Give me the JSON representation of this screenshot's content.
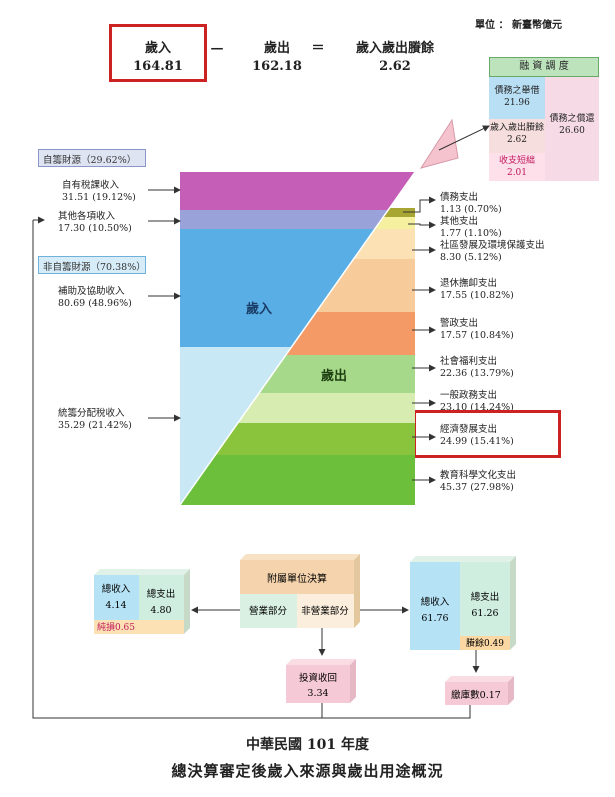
{
  "unit": "單位 ： 新臺幣億元",
  "equation": {
    "revenue_label": "歲入",
    "revenue_value": "164.81",
    "minus": "—",
    "expenditure_label": "歲出",
    "expenditure_value": "162.18",
    "equals": "＝",
    "surplus_label": "歲入歲出賸餘",
    "surplus_value": "2.62"
  },
  "financing": {
    "title": "融 資 調 度",
    "debt_raised_label": "債務之舉借",
    "debt_raised_value": "21.96",
    "surplus_label": "歲入歲出賸餘",
    "surplus_value": "2.62",
    "balance_label": "收支短絀",
    "balance_value": "2.01",
    "debt_repay_label": "債務之償還",
    "debt_repay_value": "26.60"
  },
  "revenue": {
    "label": "歲入",
    "own_header": "自籌財源（29.62%）",
    "non_own_header": "非自籌財源（70.38%）",
    "items": [
      {
        "name": "自有稅課收入",
        "value": "31.51  (19.12%)"
      },
      {
        "name": "其他各項收入",
        "value": "17.30  (10.50%)"
      },
      {
        "name": "補助及協助收入",
        "value": "80.69  (48.96%)"
      },
      {
        "name": "統籌分配稅收入",
        "value": "35.29  (21.42%)"
      }
    ]
  },
  "expenditure": {
    "label": "歲出",
    "items": [
      {
        "name": "債務支出",
        "value": "1.13  (0.70%)"
      },
      {
        "name": "其他支出",
        "value": "1.77  (1.10%)"
      },
      {
        "name": "社區發展及環境保護支出",
        "value": "8.30  (5.12%)"
      },
      {
        "name": "退休撫卹支出",
        "value": "17.55  (10.82%)"
      },
      {
        "name": "警政支出",
        "value": "17.57  (10.84%)"
      },
      {
        "name": "社會福利支出",
        "value": "22.36  (13.79%)"
      },
      {
        "name": "一般政務支出",
        "value": "23.10  (14.24%)"
      },
      {
        "name": "經濟發展支出",
        "value": "24.99  (15.41%)"
      },
      {
        "name": "教育科學文化支出",
        "value": "45.37  (27.98%)"
      }
    ]
  },
  "affiliated": {
    "title": "附屬單位決算",
    "business": "營業部分",
    "non_business": "非營業部分",
    "left_box": {
      "revenue_label": "總收入",
      "revenue_value": "4.14",
      "expense_label": "總支出",
      "expense_value": "4.80",
      "footer": "純損0.65"
    },
    "right_box": {
      "revenue_label": "總收入",
      "revenue_value": "61.76",
      "expense_label": "總支出",
      "expense_value": "61.26",
      "footer": "賸餘0.49"
    },
    "investment_label": "投資收回",
    "investment_value": "3.34",
    "remit_label": "繳庫數0.17"
  },
  "title": {
    "line1": "中華民國 101 年度",
    "line2": "總決算審定後歲入來源與歲出用途概況"
  },
  "colors": {
    "accent_red": "#cc2222",
    "revenue_blue": "#5aaee6",
    "expenditure_green": "#6bbf3a"
  }
}
